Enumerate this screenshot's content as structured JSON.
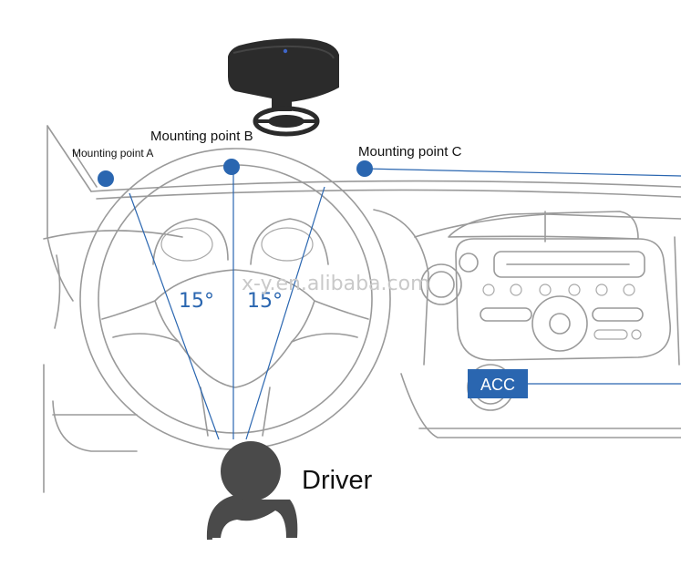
{
  "mounting_points": {
    "a": "Mounting point A",
    "b": "Mounting point B",
    "c": "Mounting point C"
  },
  "angles": {
    "left": "15°",
    "right": "15°"
  },
  "acc_label": "ACC",
  "driver_label": "Driver",
  "watermark": "x-y.en.alibaba.com",
  "colors": {
    "accent": "#2a66b0",
    "outline": "#9a9a9a",
    "device": "#2b2b2b",
    "driver": "#4a4a4a"
  }
}
